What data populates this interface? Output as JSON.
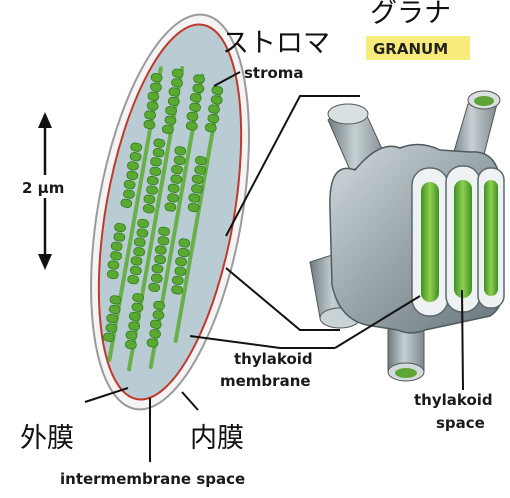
{
  "labels": {
    "jp_stroma": "ストロマ",
    "jp_granum": "グラナ",
    "granum": "GRANUM",
    "stroma": "stroma",
    "scale": "2 μm",
    "thylakoid_membrane_line1": "thylakoid",
    "thylakoid_membrane_line2": "membrane",
    "thylakoid_space_line1": "thylakoid",
    "thylakoid_space_line2": "space",
    "jp_outer_membrane": "外膜",
    "jp_inner_membrane": "内膜",
    "intermembrane_space": "intermembrane space"
  },
  "colors": {
    "stroma_fill": "#b9ccd3",
    "outer_membrane": "#f2f2f2",
    "inner_membrane": "#c0392b",
    "thylakoid_green": "#5aaa32",
    "thylakoid_dark": "#2f7a1e",
    "granum_gray": "#8d9a9f",
    "granum_highlight": "#c6d0d3",
    "granum_badge": "#f7ec79"
  }
}
